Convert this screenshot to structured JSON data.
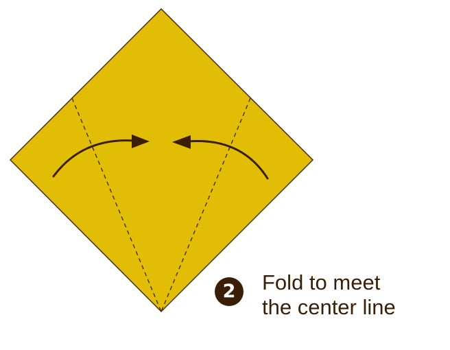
{
  "step": {
    "number": "2",
    "instruction_lines": [
      "Fold to meet",
      "the center line"
    ]
  },
  "paper": {
    "fill_color": "#e2bd06",
    "outline_color": "#4a2c0a"
  },
  "arrow": {
    "color": "#3a1f06",
    "direction": "both flaps fold toward the center line"
  }
}
